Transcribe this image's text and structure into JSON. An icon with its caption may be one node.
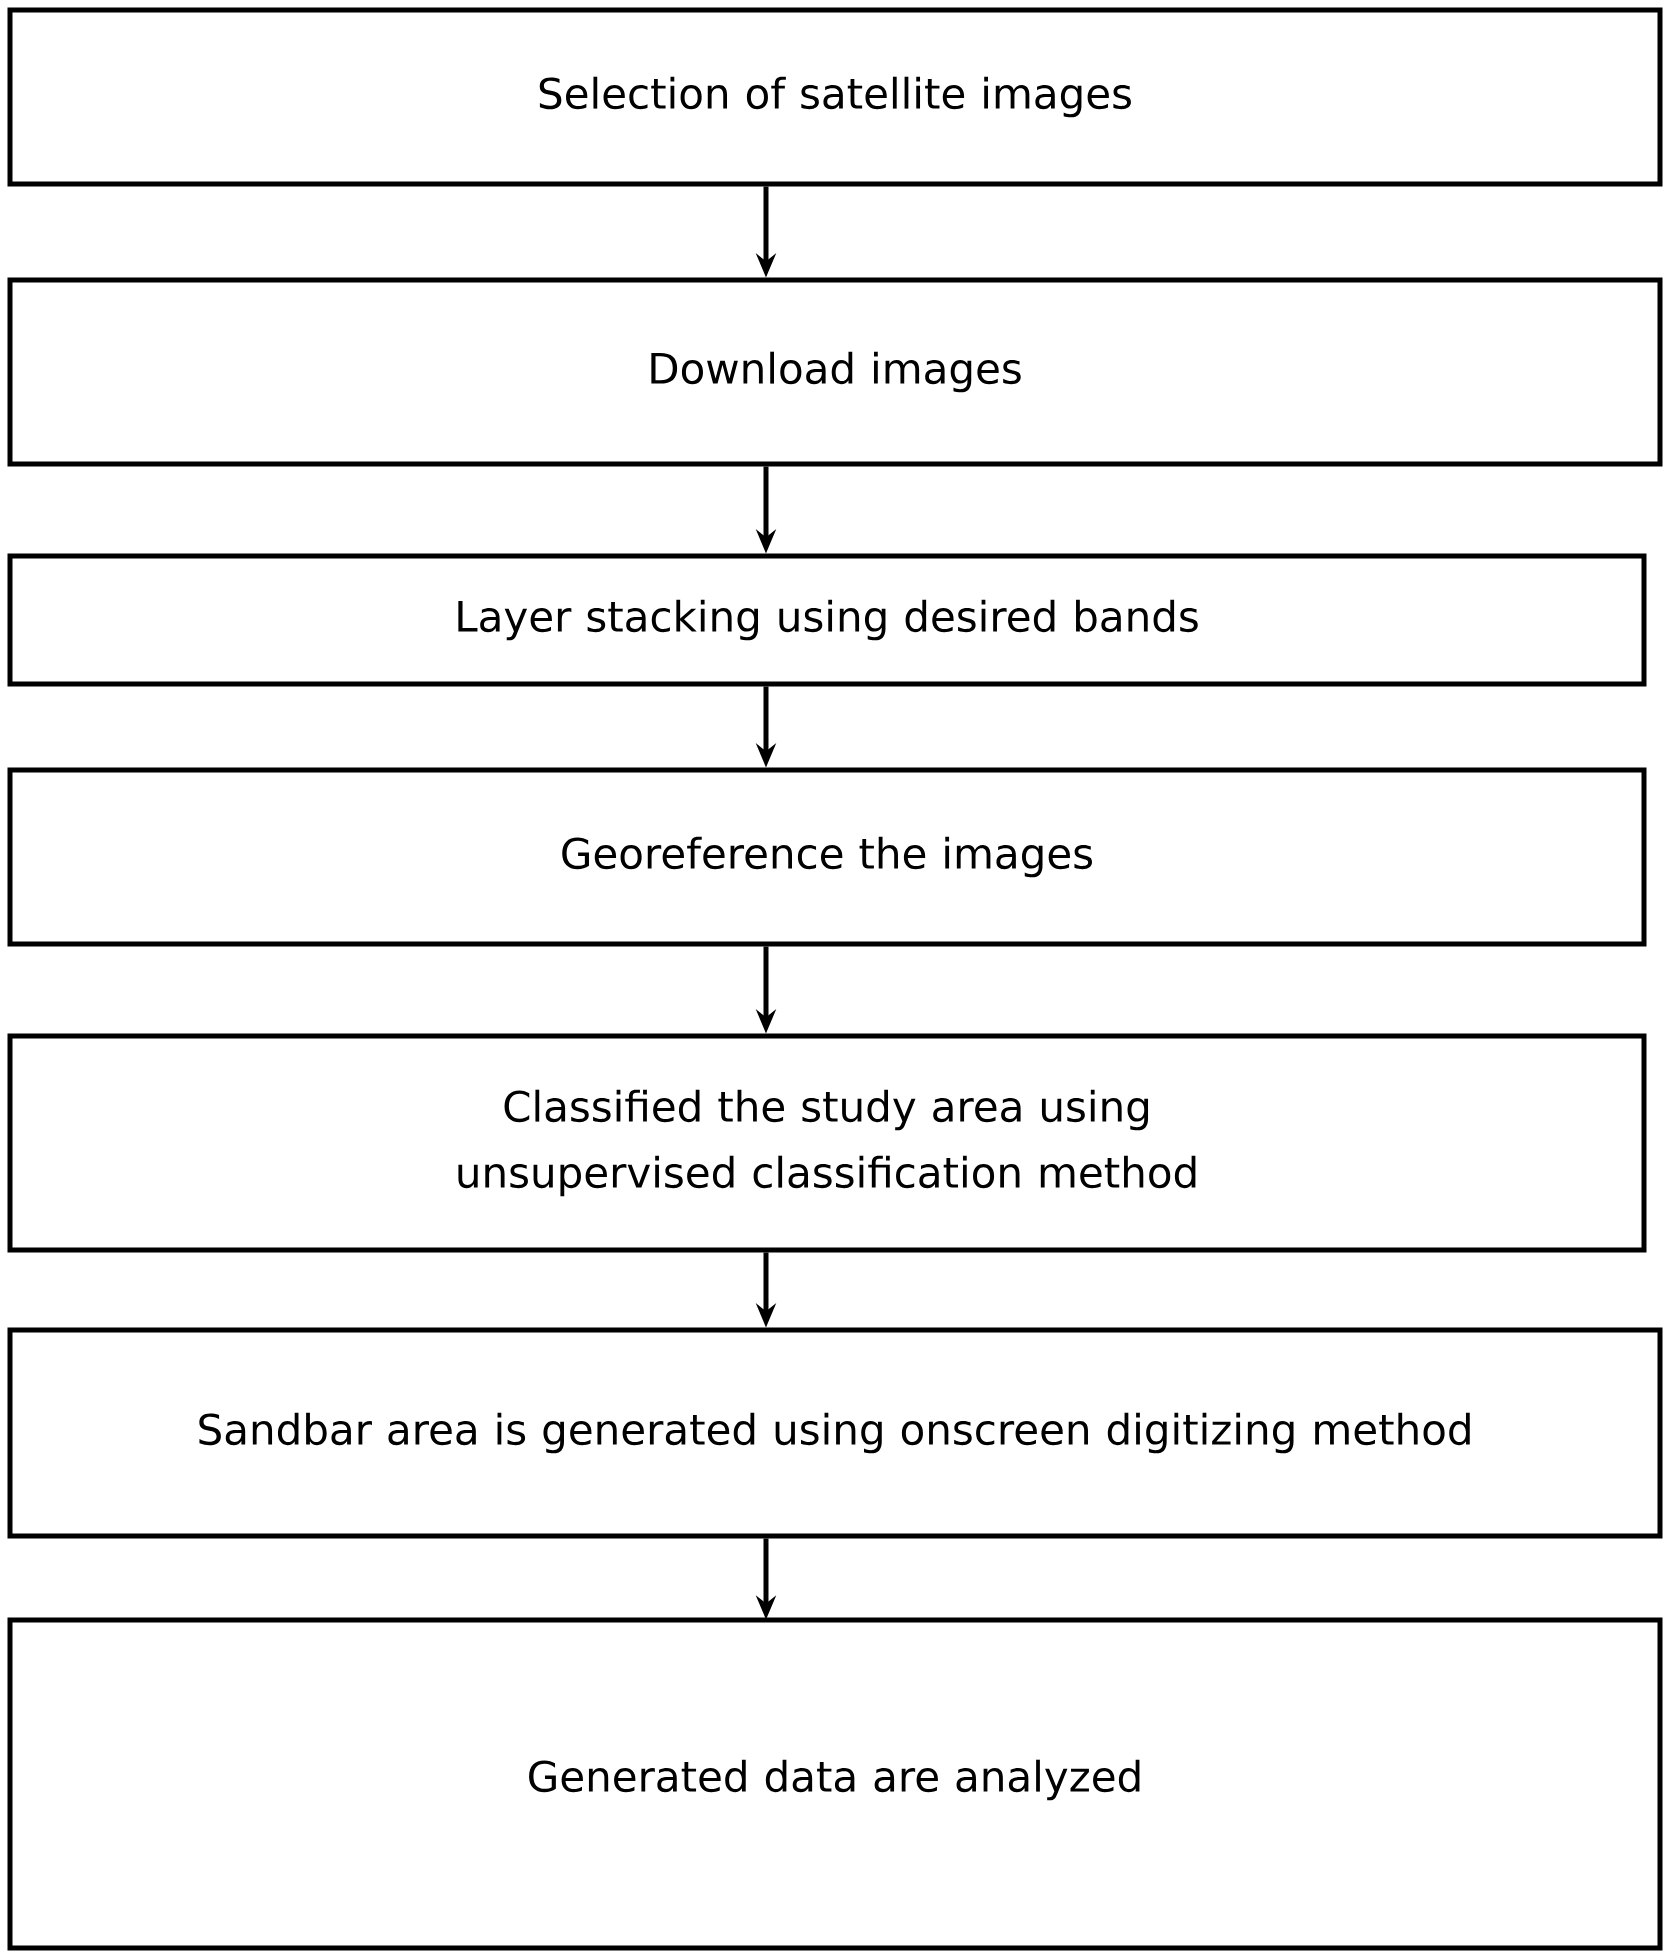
{
  "diagram": {
    "nodes": [
      {
        "text": [
          "Selection of satellite images"
        ]
      },
      {
        "text": [
          "Download images"
        ]
      },
      {
        "text": [
          "Layer stacking using desired bands"
        ]
      },
      {
        "text": [
          "Georeference the images"
        ]
      },
      {
        "text": [
          "Classified the study area using unsupervised classification method"
        ]
      },
      {
        "text": [
          "Sandbar area is generated using onscreen digitizing method"
        ]
      },
      {
        "text": [
          "Generated data are analyzed"
        ]
      }
    ],
    "edges": [
      {
        "from": 0,
        "to": 1,
        "arrow": "to"
      },
      {
        "from": 1,
        "to": 2,
        "arrow": "to"
      },
      {
        "from": 2,
        "to": 3,
        "arrow": "to"
      },
      {
        "from": 3,
        "to": 4,
        "arrow": "to"
      },
      {
        "from": 4,
        "to": 5,
        "arrow": "to"
      },
      {
        "from": 5,
        "to": 6,
        "arrow": "to"
      }
    ]
  }
}
